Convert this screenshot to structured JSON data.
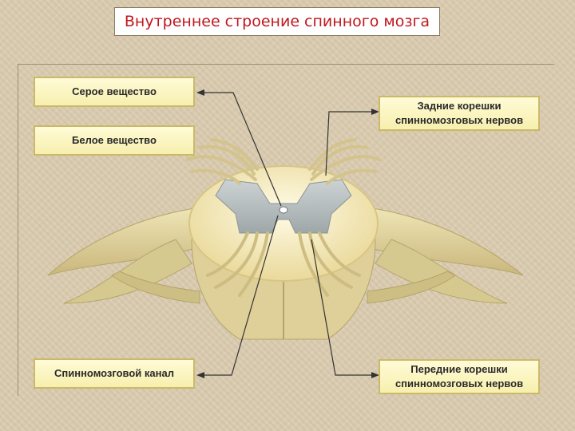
{
  "title": "Внутреннее строение спинного мозга",
  "labels": {
    "grey_matter": "Серое вещество",
    "white_matter": "Белое вещество",
    "spinal_canal": "Спинномозговой канал",
    "posterior_roots": {
      "line1": "Задние корешки",
      "line2": "спинномозговых нервов"
    },
    "anterior_roots": {
      "line1": "Передние корешки",
      "line2": "спинномозговых нервов"
    }
  },
  "colors": {
    "title_text": "#c0171d",
    "label_bg": "#f7efae",
    "label_border": "#cbb96a",
    "grey_matter": "#b7bfc0",
    "white_matter": "#f6f0c4",
    "nerve": "#ddd1a0"
  }
}
